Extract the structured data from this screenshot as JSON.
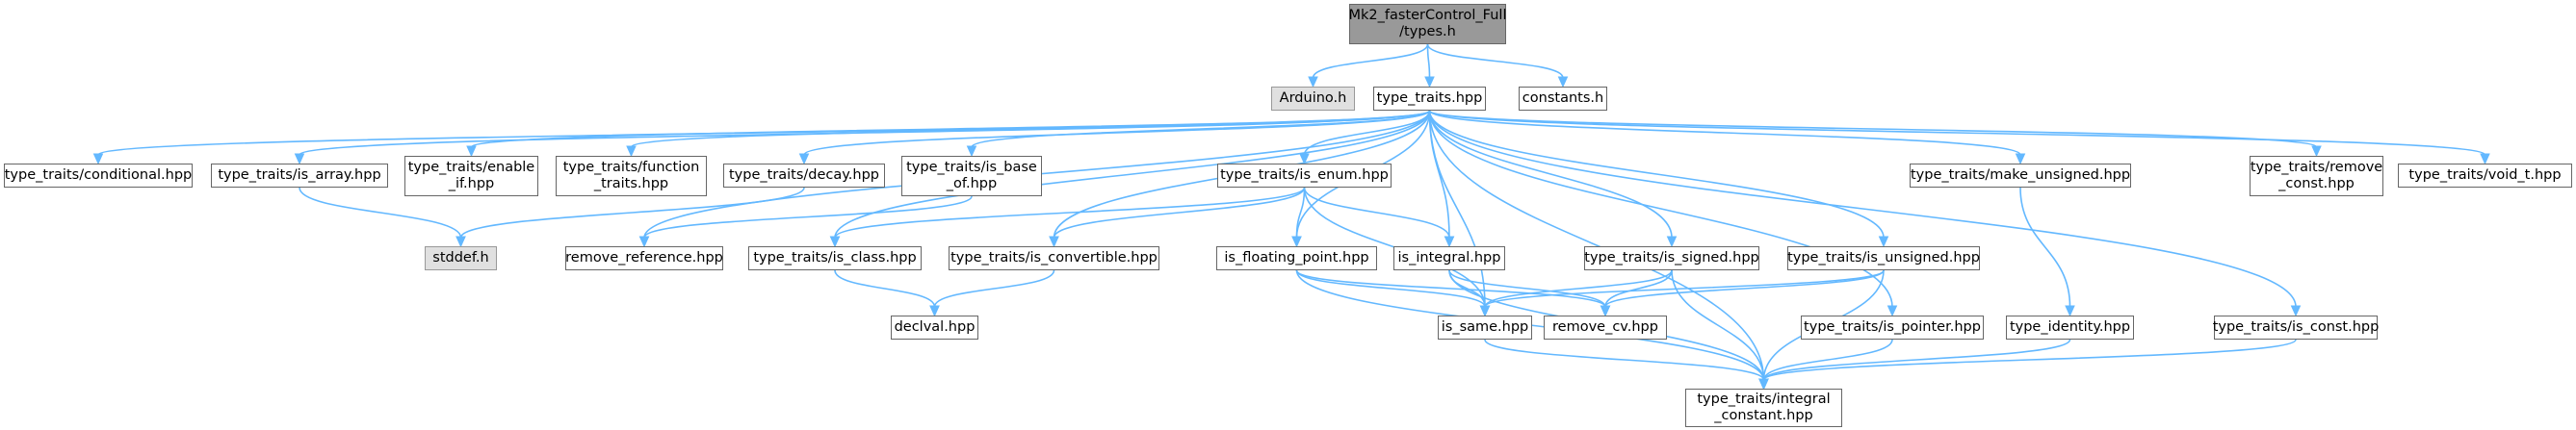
{
  "graph": {
    "edge_color": "#63b8ff",
    "node_border": "#666666",
    "root_fill": "#999999",
    "missing_fill": "#e0e0e0",
    "nodes": [
      {
        "id": "root",
        "label": "Mk2_fasterControl_Full\n/types.h",
        "kind": "root"
      },
      {
        "id": "arduino",
        "label": "Arduino.h",
        "kind": "missing"
      },
      {
        "id": "tt",
        "label": "type_traits.hpp",
        "kind": "normal"
      },
      {
        "id": "constants",
        "label": "constants.h",
        "kind": "normal"
      },
      {
        "id": "conditional",
        "label": "type_traits/conditional.hpp",
        "kind": "normal"
      },
      {
        "id": "is_array",
        "label": "type_traits/is_array.hpp",
        "kind": "normal"
      },
      {
        "id": "enable_if",
        "label": "type_traits/enable\n_if.hpp",
        "kind": "normal"
      },
      {
        "id": "function_traits",
        "label": "type_traits/function\n_traits.hpp",
        "kind": "normal"
      },
      {
        "id": "decay",
        "label": "type_traits/decay.hpp",
        "kind": "normal"
      },
      {
        "id": "is_base_of",
        "label": "type_traits/is_base\n_of.hpp",
        "kind": "normal"
      },
      {
        "id": "is_enum",
        "label": "type_traits/is_enum.hpp",
        "kind": "normal"
      },
      {
        "id": "make_unsigned",
        "label": "type_traits/make_unsigned.hpp",
        "kind": "normal"
      },
      {
        "id": "remove_const",
        "label": "type_traits/remove\n_const.hpp",
        "kind": "normal"
      },
      {
        "id": "void_t",
        "label": "type_traits/void_t.hpp",
        "kind": "normal"
      },
      {
        "id": "stddef",
        "label": "stddef.h",
        "kind": "missing"
      },
      {
        "id": "remove_reference",
        "label": "remove_reference.hpp",
        "kind": "normal"
      },
      {
        "id": "is_class",
        "label": "type_traits/is_class.hpp",
        "kind": "normal"
      },
      {
        "id": "is_convertible",
        "label": "type_traits/is_convertible.hpp",
        "kind": "normal"
      },
      {
        "id": "is_floating_point",
        "label": "is_floating_point.hpp",
        "kind": "normal"
      },
      {
        "id": "is_integral",
        "label": "is_integral.hpp",
        "kind": "normal"
      },
      {
        "id": "is_signed",
        "label": "type_traits/is_signed.hpp",
        "kind": "normal"
      },
      {
        "id": "is_unsigned",
        "label": "type_traits/is_unsigned.hpp",
        "kind": "normal"
      },
      {
        "id": "declval",
        "label": "declval.hpp",
        "kind": "normal"
      },
      {
        "id": "is_same",
        "label": "is_same.hpp",
        "kind": "normal"
      },
      {
        "id": "remove_cv",
        "label": "remove_cv.hpp",
        "kind": "normal"
      },
      {
        "id": "is_pointer",
        "label": "type_traits/is_pointer.hpp",
        "kind": "normal"
      },
      {
        "id": "type_identity",
        "label": "type_identity.hpp",
        "kind": "normal"
      },
      {
        "id": "is_const",
        "label": "type_traits/is_const.hpp",
        "kind": "normal"
      },
      {
        "id": "integral_constant",
        "label": "type_traits/integral\n_constant.hpp",
        "kind": "normal"
      }
    ],
    "edges": [
      [
        "root",
        "arduino"
      ],
      [
        "root",
        "tt"
      ],
      [
        "root",
        "constants"
      ],
      [
        "tt",
        "conditional"
      ],
      [
        "tt",
        "is_array"
      ],
      [
        "tt",
        "enable_if"
      ],
      [
        "tt",
        "function_traits"
      ],
      [
        "tt",
        "decay"
      ],
      [
        "tt",
        "is_base_of"
      ],
      [
        "tt",
        "is_enum"
      ],
      [
        "tt",
        "make_unsigned"
      ],
      [
        "tt",
        "remove_const"
      ],
      [
        "tt",
        "void_t"
      ],
      [
        "tt",
        "remove_reference"
      ],
      [
        "tt",
        "is_class"
      ],
      [
        "tt",
        "is_convertible"
      ],
      [
        "tt",
        "is_floating_point"
      ],
      [
        "tt",
        "is_integral"
      ],
      [
        "tt",
        "is_signed"
      ],
      [
        "tt",
        "is_unsigned"
      ],
      [
        "tt",
        "is_same"
      ],
      [
        "tt",
        "is_pointer"
      ],
      [
        "tt",
        "is_const"
      ],
      [
        "tt",
        "integral_constant"
      ],
      [
        "is_array",
        "stddef"
      ],
      [
        "decay",
        "stddef"
      ],
      [
        "is_base_of",
        "remove_reference"
      ],
      [
        "is_enum",
        "is_class"
      ],
      [
        "is_enum",
        "is_convertible"
      ],
      [
        "is_enum",
        "is_floating_point"
      ],
      [
        "is_enum",
        "is_integral"
      ],
      [
        "is_enum",
        "is_same"
      ],
      [
        "is_class",
        "declval"
      ],
      [
        "is_convertible",
        "declval"
      ],
      [
        "is_floating_point",
        "is_same"
      ],
      [
        "is_floating_point",
        "remove_cv"
      ],
      [
        "is_floating_point",
        "integral_constant"
      ],
      [
        "is_integral",
        "is_same"
      ],
      [
        "is_integral",
        "remove_cv"
      ],
      [
        "is_integral",
        "integral_constant"
      ],
      [
        "is_signed",
        "is_same"
      ],
      [
        "is_signed",
        "remove_cv"
      ],
      [
        "is_signed",
        "integral_constant"
      ],
      [
        "is_unsigned",
        "is_same"
      ],
      [
        "is_unsigned",
        "remove_cv"
      ],
      [
        "is_unsigned",
        "integral_constant"
      ],
      [
        "make_unsigned",
        "type_identity"
      ],
      [
        "is_same",
        "integral_constant"
      ],
      [
        "is_pointer",
        "integral_constant"
      ],
      [
        "type_identity",
        "integral_constant"
      ],
      [
        "is_const",
        "integral_constant"
      ]
    ]
  }
}
